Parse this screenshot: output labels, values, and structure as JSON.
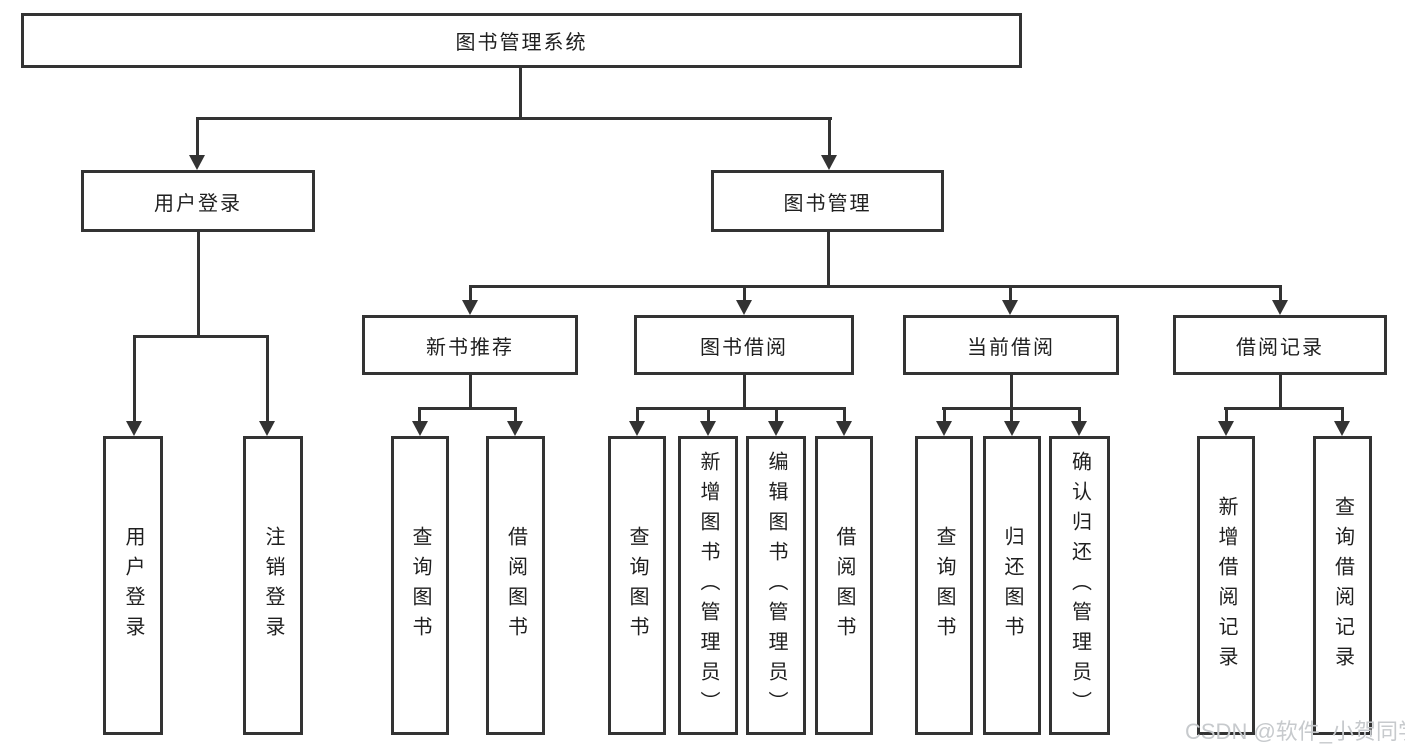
{
  "tree": {
    "root": {
      "label": "图书管理系统"
    },
    "branches": [
      {
        "label": "用户登录",
        "children": [
          {
            "label": "用户登录"
          },
          {
            "label": "注销登录"
          }
        ]
      },
      {
        "label": "图书管理",
        "children": [
          {
            "label": "新书推荐",
            "children": [
              {
                "label": "查询图书"
              },
              {
                "label": "借阅图书"
              }
            ]
          },
          {
            "label": "图书借阅",
            "children": [
              {
                "label": "查询图书"
              },
              {
                "label": "新增图书（管理员）"
              },
              {
                "label": "编辑图书（管理员）"
              },
              {
                "label": "借阅图书"
              }
            ]
          },
          {
            "label": "当前借阅",
            "children": [
              {
                "label": "查询图书"
              },
              {
                "label": "归还图书"
              },
              {
                "label": "确认归还（管理员）"
              }
            ]
          },
          {
            "label": "借阅记录",
            "children": [
              {
                "label": "新增借阅记录"
              },
              {
                "label": "查询借阅记录"
              }
            ]
          }
        ]
      }
    ]
  },
  "watermark": {
    "text": "CSDN @软件_小贺同学"
  },
  "colors": {
    "line": "#333333",
    "background": "#ffffff",
    "text": "#1f1f1f",
    "watermark": "#c7cacd"
  }
}
